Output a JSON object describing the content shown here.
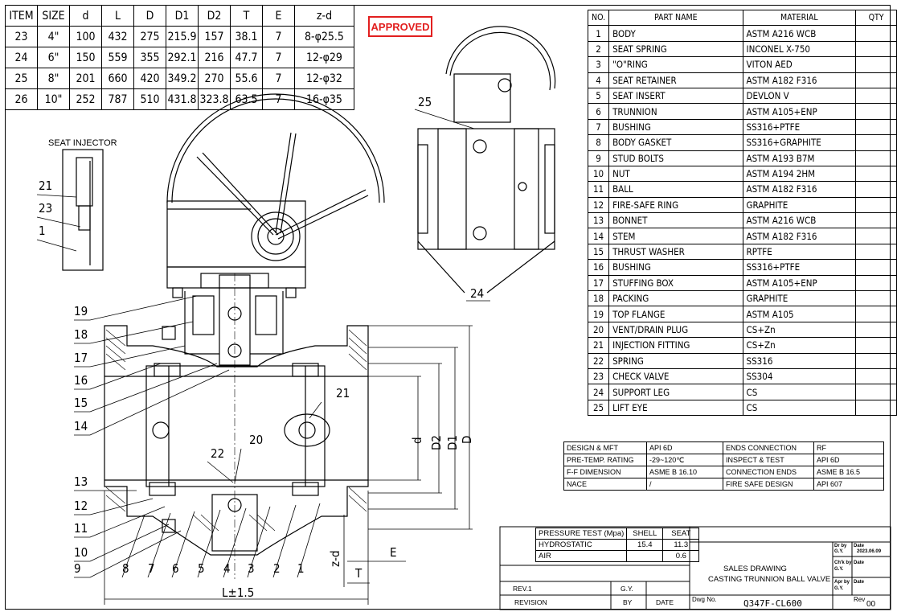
{
  "stamp": "APPROVED",
  "seat_injector_label": "SEAT INJECTOR",
  "dimension_table": {
    "headers": [
      "ITEM",
      "SIZE",
      "d",
      "L",
      "D",
      "D1",
      "D2",
      "T",
      "E",
      "z-d"
    ],
    "rows": [
      [
        "23",
        "4\"",
        "100",
        "432",
        "275",
        "215.9",
        "157",
        "38.1",
        "7",
        "8-φ25.5"
      ],
      [
        "24",
        "6\"",
        "150",
        "559",
        "355",
        "292.1",
        "216",
        "47.7",
        "7",
        "12-φ29"
      ],
      [
        "25",
        "8\"",
        "201",
        "660",
        "420",
        "349.2",
        "270",
        "55.6",
        "7",
        "12-φ32"
      ],
      [
        "26",
        "10\"",
        "252",
        "787",
        "510",
        "431.8",
        "323.8",
        "63.5",
        "7",
        "16-φ35"
      ]
    ]
  },
  "parts_list": {
    "headers": [
      "NO.",
      "PART NAME",
      "MATERIAL",
      "QTY"
    ],
    "rows": [
      [
        "1",
        "BODY",
        "ASTM A216 WCB",
        ""
      ],
      [
        "2",
        "SEAT SPRING",
        "INCONEL X-750",
        ""
      ],
      [
        "3",
        "\"O\"RING",
        "VITON AED",
        ""
      ],
      [
        "4",
        "SEAT RETAINER",
        "ASTM A182 F316",
        ""
      ],
      [
        "5",
        "SEAT INSERT",
        "DEVLON V",
        ""
      ],
      [
        "6",
        "TRUNNION",
        "ASTM A105+ENP",
        ""
      ],
      [
        "7",
        "BUSHING",
        "SS316+PTFE",
        ""
      ],
      [
        "8",
        "BODY GASKET",
        "SS316+GRAPHITE",
        ""
      ],
      [
        "9",
        "STUD BOLTS",
        "ASTM A193 B7M",
        ""
      ],
      [
        "10",
        "NUT",
        "ASTM A194 2HM",
        ""
      ],
      [
        "11",
        "BALL",
        "ASTM A182 F316",
        ""
      ],
      [
        "12",
        "FIRE-SAFE RING",
        "GRAPHITE",
        ""
      ],
      [
        "13",
        "BONNET",
        "ASTM A216 WCB",
        ""
      ],
      [
        "14",
        "STEM",
        "ASTM A182 F316",
        ""
      ],
      [
        "15",
        "THRUST WASHER",
        "RPTFE",
        ""
      ],
      [
        "16",
        "BUSHING",
        "SS316+PTFE",
        ""
      ],
      [
        "17",
        "STUFFING BOX",
        "ASTM A105+ENP",
        ""
      ],
      [
        "18",
        "PACKING",
        "GRAPHITE",
        ""
      ],
      [
        "19",
        "TOP FLANGE",
        "ASTM A105",
        ""
      ],
      [
        "20",
        "VENT/DRAIN PLUG",
        "CS+Zn",
        ""
      ],
      [
        "21",
        "INJECTION FITTING",
        "CS+Zn",
        ""
      ],
      [
        "22",
        "SPRING",
        "SS316",
        ""
      ],
      [
        "23",
        "CHECK VALVE",
        "SS304",
        ""
      ],
      [
        "24",
        "SUPPORT LEG",
        "CS",
        ""
      ],
      [
        "25",
        "LIFT EYE",
        "CS",
        ""
      ]
    ]
  },
  "design_table": [
    [
      "DESIGN & MFT",
      "API 6D",
      "ENDS CONNECTION",
      "RF"
    ],
    [
      "PRE-TEMP. RATING",
      "-29~120℃",
      "INSPECT & TEST",
      "API 6D"
    ],
    [
      "F-F DIMENSION",
      "ASME B 16.10",
      "CONNECTION ENDS",
      "ASME B 16.5"
    ],
    [
      "NACE",
      "/",
      "FIRE SAFE DESIGN",
      "API 607"
    ]
  ],
  "pressure_table": {
    "headers": [
      "PRESSURE TEST (Mpa)",
      "SHELL",
      "SEAT"
    ],
    "rows": [
      [
        "HYDROSTATIC",
        "15.4",
        "11.3"
      ],
      [
        "AIR",
        "",
        "0.6"
      ]
    ]
  },
  "title_block": {
    "line1": "SALES DRAWING",
    "line2": "CASTING TRUNNION BALL VALVE",
    "rev_label": "REV.1",
    "rev_by": "G.Y.",
    "revision_label": "REVISION",
    "by_label": "BY",
    "date_label": "DATE",
    "dwg_label": "Dwg No.",
    "dwg_no": "Q347F-CL600",
    "rev_head": "Rev",
    "rev_no": "00",
    "dr_by": "Dr by",
    "dr_name": "G.Y.",
    "date_head": "Date",
    "date_val": "2023.06.09",
    "ch_by": "Ch'k by",
    "ch_name": "G.Y.",
    "ch_date": "Date",
    "apr_by": "Apr by",
    "apr_name": "G.Y.",
    "apr_date": "Date"
  },
  "callouts": {
    "left": [
      "19",
      "18",
      "17",
      "16",
      "15",
      "14",
      "13",
      "12",
      "11",
      "10",
      "9"
    ],
    "bottom": [
      "8",
      "7",
      "6",
      "5",
      "4",
      "3",
      "2",
      "1"
    ],
    "inner": [
      "22",
      "20",
      "21"
    ],
    "injector": [
      "21",
      "23",
      "1"
    ],
    "side": [
      "25",
      "24"
    ],
    "dims": [
      "d",
      "D2",
      "D1",
      "D",
      "z-d",
      "E",
      "T",
      "L±1.5"
    ]
  }
}
